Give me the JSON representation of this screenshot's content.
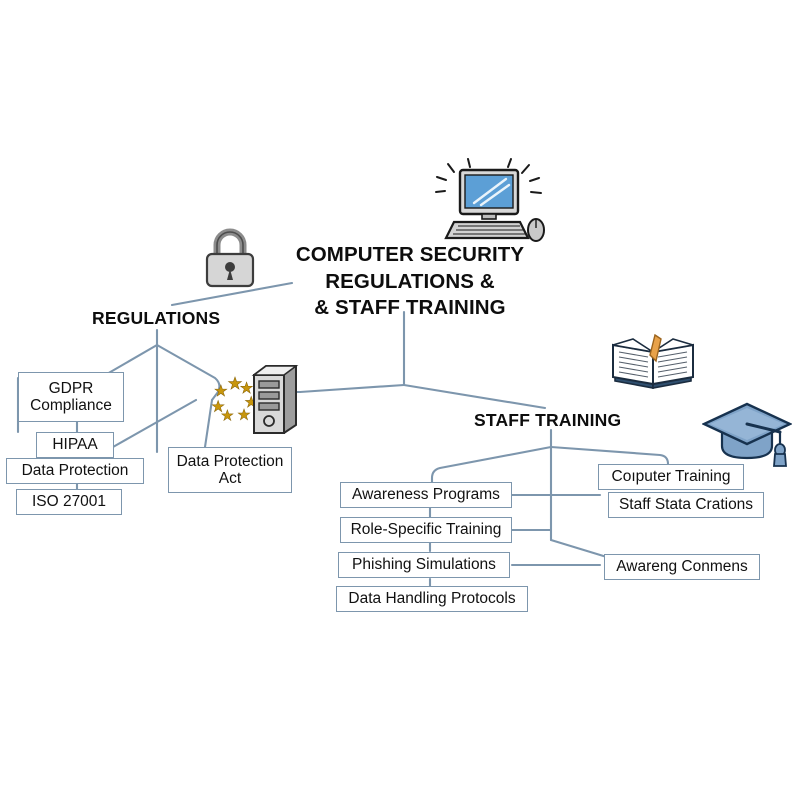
{
  "diagram": {
    "title_lines": [
      "COMPUTER SECURITY",
      "REGULATIONS &",
      "& STAFF TRAINING"
    ],
    "background_color": "#ffffff",
    "line_color": "#7d96ad",
    "box_border_color": "#7d96ad",
    "text_color": "#111111"
  },
  "branches": {
    "regulations": {
      "heading": "REGULATIONS",
      "nodes": [
        {
          "label": "GDPR\nCompliance",
          "line1": "GDPR",
          "line2": "Compliance"
        },
        {
          "label": "HIPAA"
        },
        {
          "label": "Data Protection"
        },
        {
          "label": "ISO 27001"
        },
        {
          "label": "Data Protection\nAct",
          "line1": "Data Protection",
          "line2": "Act"
        }
      ]
    },
    "staff_training": {
      "heading": "STAFF TRAINING",
      "nodes": [
        {
          "label": "Awareness Programs"
        },
        {
          "label": "Role-Specific Training"
        },
        {
          "label": "Phishing Simulations"
        },
        {
          "label": "Data Handling Protocols"
        },
        {
          "label": "Coıputer Training"
        },
        {
          "label": "Staff Stata Crations"
        },
        {
          "label": "Awareng Conmens"
        }
      ]
    }
  },
  "icons": [
    {
      "name": "computer-monitor-icon",
      "description": "desktop computer with keyboard and mouse"
    },
    {
      "name": "padlock-icon",
      "description": "closed grey padlock with keyhole"
    },
    {
      "name": "server-tower-icon",
      "description": "grey server tower with drive bays"
    },
    {
      "name": "eu-stars-icon",
      "description": "circle of gold european union stars"
    },
    {
      "name": "open-book-icon",
      "description": "open book with orange bookmark"
    },
    {
      "name": "graduation-cap-icon",
      "description": "blue graduation cap with tassel"
    }
  ]
}
